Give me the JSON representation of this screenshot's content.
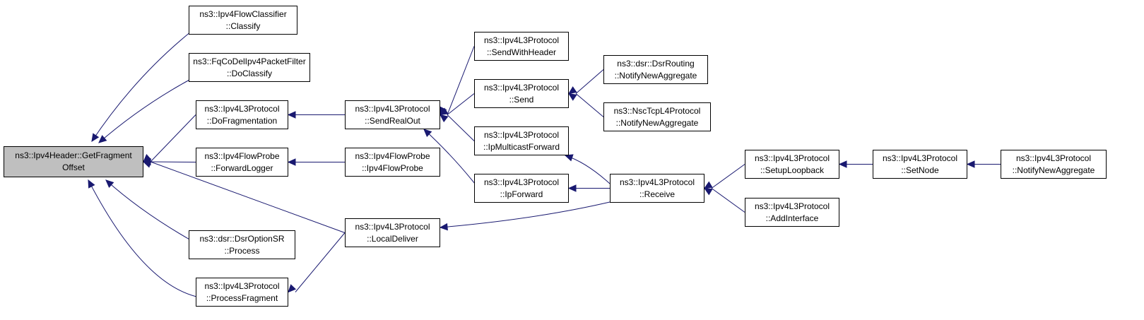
{
  "colors": {
    "edge": "#191970",
    "root_fill": "#bfbfbf",
    "node_fill": "#ffffff",
    "border": "#000000"
  },
  "nodes": [
    {
      "id": "root",
      "label": [
        "ns3::Ipv4Header::GetFragment",
        "Offset"
      ],
      "root": true
    },
    {
      "id": "classify",
      "label": [
        "ns3::Ipv4FlowClassifier",
        "::Classify"
      ]
    },
    {
      "id": "doclassify",
      "label": [
        "ns3::FqCoDelIpv4PacketFilter",
        "::DoClassify"
      ]
    },
    {
      "id": "dofrag",
      "label": [
        "ns3::Ipv4L3Protocol",
        "::DoFragmentation"
      ]
    },
    {
      "id": "fwdlogger",
      "label": [
        "ns3::Ipv4FlowProbe",
        "::ForwardLogger"
      ]
    },
    {
      "id": "dsroption",
      "label": [
        "ns3::dsr::DsrOptionSR",
        "::Process"
      ]
    },
    {
      "id": "procfrag",
      "label": [
        "ns3::Ipv4L3Protocol",
        "::ProcessFragment"
      ]
    },
    {
      "id": "sendrealout",
      "label": [
        "ns3::Ipv4L3Protocol",
        "::SendRealOut"
      ]
    },
    {
      "id": "flowprobe",
      "label": [
        "ns3::Ipv4FlowProbe",
        "::Ipv4FlowProbe"
      ]
    },
    {
      "id": "localdeliver",
      "label": [
        "ns3::Ipv4L3Protocol",
        "::LocalDeliver"
      ]
    },
    {
      "id": "sendwithheader",
      "label": [
        "ns3::Ipv4L3Protocol",
        "::SendWithHeader"
      ]
    },
    {
      "id": "send",
      "label": [
        "ns3::Ipv4L3Protocol",
        "::Send"
      ]
    },
    {
      "id": "ipmulticast",
      "label": [
        "ns3::Ipv4L3Protocol",
        "::IpMulticastForward"
      ]
    },
    {
      "id": "ipforward",
      "label": [
        "ns3::Ipv4L3Protocol",
        "::IpForward"
      ]
    },
    {
      "id": "dsrrouting",
      "label": [
        "ns3::dsr::DsrRouting",
        "::NotifyNewAggregate"
      ]
    },
    {
      "id": "nsctcp",
      "label": [
        "ns3::NscTcpL4Protocol",
        "::NotifyNewAggregate"
      ]
    },
    {
      "id": "receive",
      "label": [
        "ns3::Ipv4L3Protocol",
        "::Receive"
      ]
    },
    {
      "id": "setuploopback",
      "label": [
        "ns3::Ipv4L3Protocol",
        "::SetupLoopback"
      ]
    },
    {
      "id": "addinterface",
      "label": [
        "ns3::Ipv4L3Protocol",
        "::AddInterface"
      ]
    },
    {
      "id": "setnode",
      "label": [
        "ns3::Ipv4L3Protocol",
        "::SetNode"
      ]
    },
    {
      "id": "notifynewagg",
      "label": [
        "ns3::Ipv4L3Protocol",
        "::NotifyNewAggregate"
      ]
    }
  ],
  "edges": [
    {
      "from": "classify",
      "to": "root"
    },
    {
      "from": "doclassify",
      "to": "root"
    },
    {
      "from": "dofrag",
      "to": "root"
    },
    {
      "from": "fwdlogger",
      "to": "root"
    },
    {
      "from": "localdeliver",
      "to": "root"
    },
    {
      "from": "dsroption",
      "to": "root"
    },
    {
      "from": "procfrag",
      "to": "root"
    },
    {
      "from": "sendrealout",
      "to": "dofrag"
    },
    {
      "from": "flowprobe",
      "to": "fwdlogger"
    },
    {
      "from": "localdeliver",
      "to": "procfrag"
    },
    {
      "from": "sendwithheader",
      "to": "sendrealout"
    },
    {
      "from": "send",
      "to": "sendrealout"
    },
    {
      "from": "ipmulticast",
      "to": "sendrealout"
    },
    {
      "from": "ipforward",
      "to": "sendrealout"
    },
    {
      "from": "dsrrouting",
      "to": "send"
    },
    {
      "from": "nsctcp",
      "to": "send"
    },
    {
      "from": "receive",
      "to": "ipmulticast"
    },
    {
      "from": "receive",
      "to": "ipforward"
    },
    {
      "from": "receive",
      "to": "localdeliver"
    },
    {
      "from": "setuploopback",
      "to": "receive"
    },
    {
      "from": "addinterface",
      "to": "receive"
    },
    {
      "from": "setnode",
      "to": "setuploopback"
    },
    {
      "from": "notifynewagg",
      "to": "setnode"
    }
  ]
}
